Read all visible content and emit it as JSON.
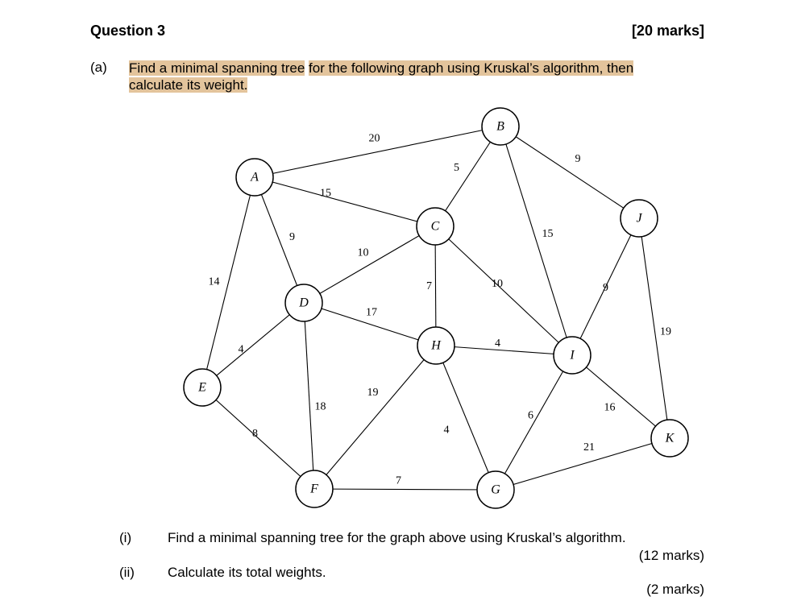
{
  "header": {
    "question_title": "Question 3",
    "total_marks": "[20 marks]"
  },
  "part_a": {
    "label": "(a)",
    "text_part1": "Find a minimal spanning tree",
    "text_part2": "for the following graph using Kruskal’s algorithm, then",
    "text_line2": "calculate its weight."
  },
  "graph": {
    "nodes": [
      {
        "id": "A",
        "label": "A"
      },
      {
        "id": "B",
        "label": "B"
      },
      {
        "id": "C",
        "label": "C"
      },
      {
        "id": "D",
        "label": "D"
      },
      {
        "id": "E",
        "label": "E"
      },
      {
        "id": "F",
        "label": "F"
      },
      {
        "id": "G",
        "label": "G"
      },
      {
        "id": "H",
        "label": "H"
      },
      {
        "id": "I",
        "label": "I"
      },
      {
        "id": "J",
        "label": "J"
      },
      {
        "id": "K",
        "label": "K"
      }
    ],
    "edges": [
      {
        "from": "A",
        "to": "B",
        "weight": "20"
      },
      {
        "from": "A",
        "to": "C",
        "weight": "15"
      },
      {
        "from": "A",
        "to": "D",
        "weight": "9"
      },
      {
        "from": "A",
        "to": "E",
        "weight": "14"
      },
      {
        "from": "B",
        "to": "C",
        "weight": "5"
      },
      {
        "from": "B",
        "to": "I",
        "weight": "15"
      },
      {
        "from": "B",
        "to": "J",
        "weight": "9"
      },
      {
        "from": "C",
        "to": "D",
        "weight": "10"
      },
      {
        "from": "C",
        "to": "H",
        "weight": "7"
      },
      {
        "from": "C",
        "to": "I",
        "weight": "10"
      },
      {
        "from": "D",
        "to": "E",
        "weight": "4"
      },
      {
        "from": "D",
        "to": "H",
        "weight": "17"
      },
      {
        "from": "D",
        "to": "F",
        "weight": "18"
      },
      {
        "from": "E",
        "to": "F",
        "weight": "8"
      },
      {
        "from": "H",
        "to": "I",
        "weight": "4"
      },
      {
        "from": "H",
        "to": "F",
        "weight": "19"
      },
      {
        "from": "H",
        "to": "G",
        "weight": "4"
      },
      {
        "from": "F",
        "to": "G",
        "weight": "7"
      },
      {
        "from": "I",
        "to": "J",
        "weight": "9"
      },
      {
        "from": "I",
        "to": "G",
        "weight": "6"
      },
      {
        "from": "I",
        "to": "K",
        "weight": "16"
      },
      {
        "from": "J",
        "to": "K",
        "weight": "19"
      },
      {
        "from": "G",
        "to": "K",
        "weight": "21"
      }
    ]
  },
  "subparts": [
    {
      "label": "(i)",
      "text": "Find a minimal spanning tree for the graph above using Kruskal’s algorithm.",
      "marks": "(12 marks)"
    },
    {
      "label": "(ii)",
      "text": "Calculate its total weights.",
      "marks": "(2 marks)"
    }
  ]
}
